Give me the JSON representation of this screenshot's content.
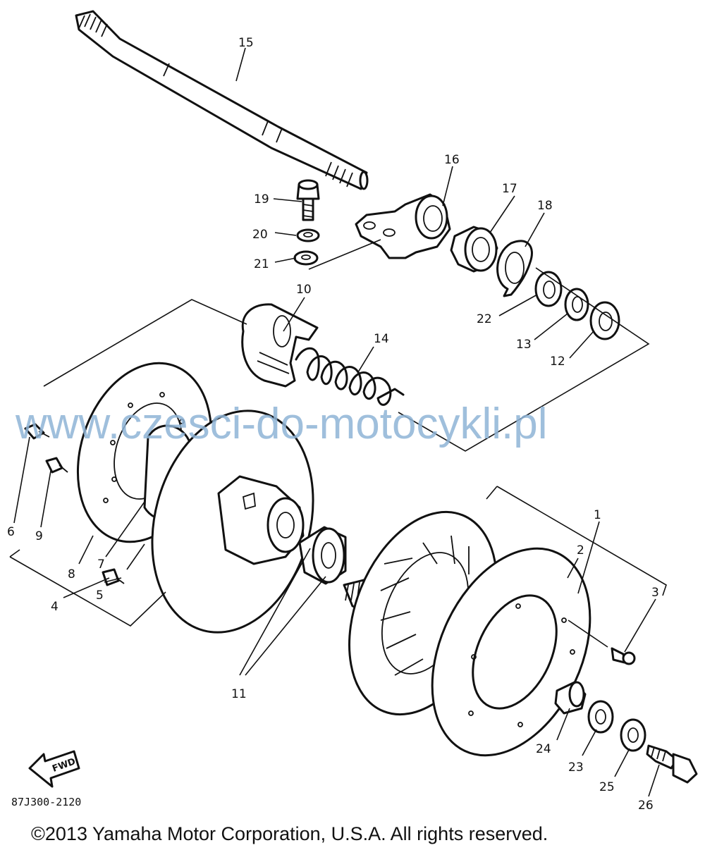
{
  "diagram": {
    "parts": [
      {
        "id": "p1",
        "label": "1"
      },
      {
        "id": "p2",
        "label": "2"
      },
      {
        "id": "p3",
        "label": "3"
      },
      {
        "id": "p4",
        "label": "4"
      },
      {
        "id": "p5",
        "label": "5"
      },
      {
        "id": "p6",
        "label": "6"
      },
      {
        "id": "p7",
        "label": "7"
      },
      {
        "id": "p8",
        "label": "8"
      },
      {
        "id": "p9",
        "label": "9"
      },
      {
        "id": "p10",
        "label": "10"
      },
      {
        "id": "p11",
        "label": "11"
      },
      {
        "id": "p12",
        "label": "12"
      },
      {
        "id": "p13",
        "label": "13"
      },
      {
        "id": "p14",
        "label": "14"
      },
      {
        "id": "p15",
        "label": "15"
      },
      {
        "id": "p16",
        "label": "16"
      },
      {
        "id": "p17",
        "label": "17"
      },
      {
        "id": "p18",
        "label": "18"
      },
      {
        "id": "p19",
        "label": "19"
      },
      {
        "id": "p20",
        "label": "20"
      },
      {
        "id": "p21",
        "label": "21"
      },
      {
        "id": "p22",
        "label": "22"
      },
      {
        "id": "p23",
        "label": "23"
      },
      {
        "id": "p24",
        "label": "24"
      },
      {
        "id": "p25",
        "label": "25"
      },
      {
        "id": "p26",
        "label": "26"
      }
    ],
    "fwd_label": "FWD",
    "drawing_code": "87J300-2120",
    "watermark": "www.czesci-do-motocykli.pl",
    "copyright": "©2013 Yamaha Motor Corporation, U.S.A. All rights reserved."
  },
  "colors": {
    "ink": "#111111",
    "watermark": "#8fb4d6",
    "background": "#ffffff"
  }
}
